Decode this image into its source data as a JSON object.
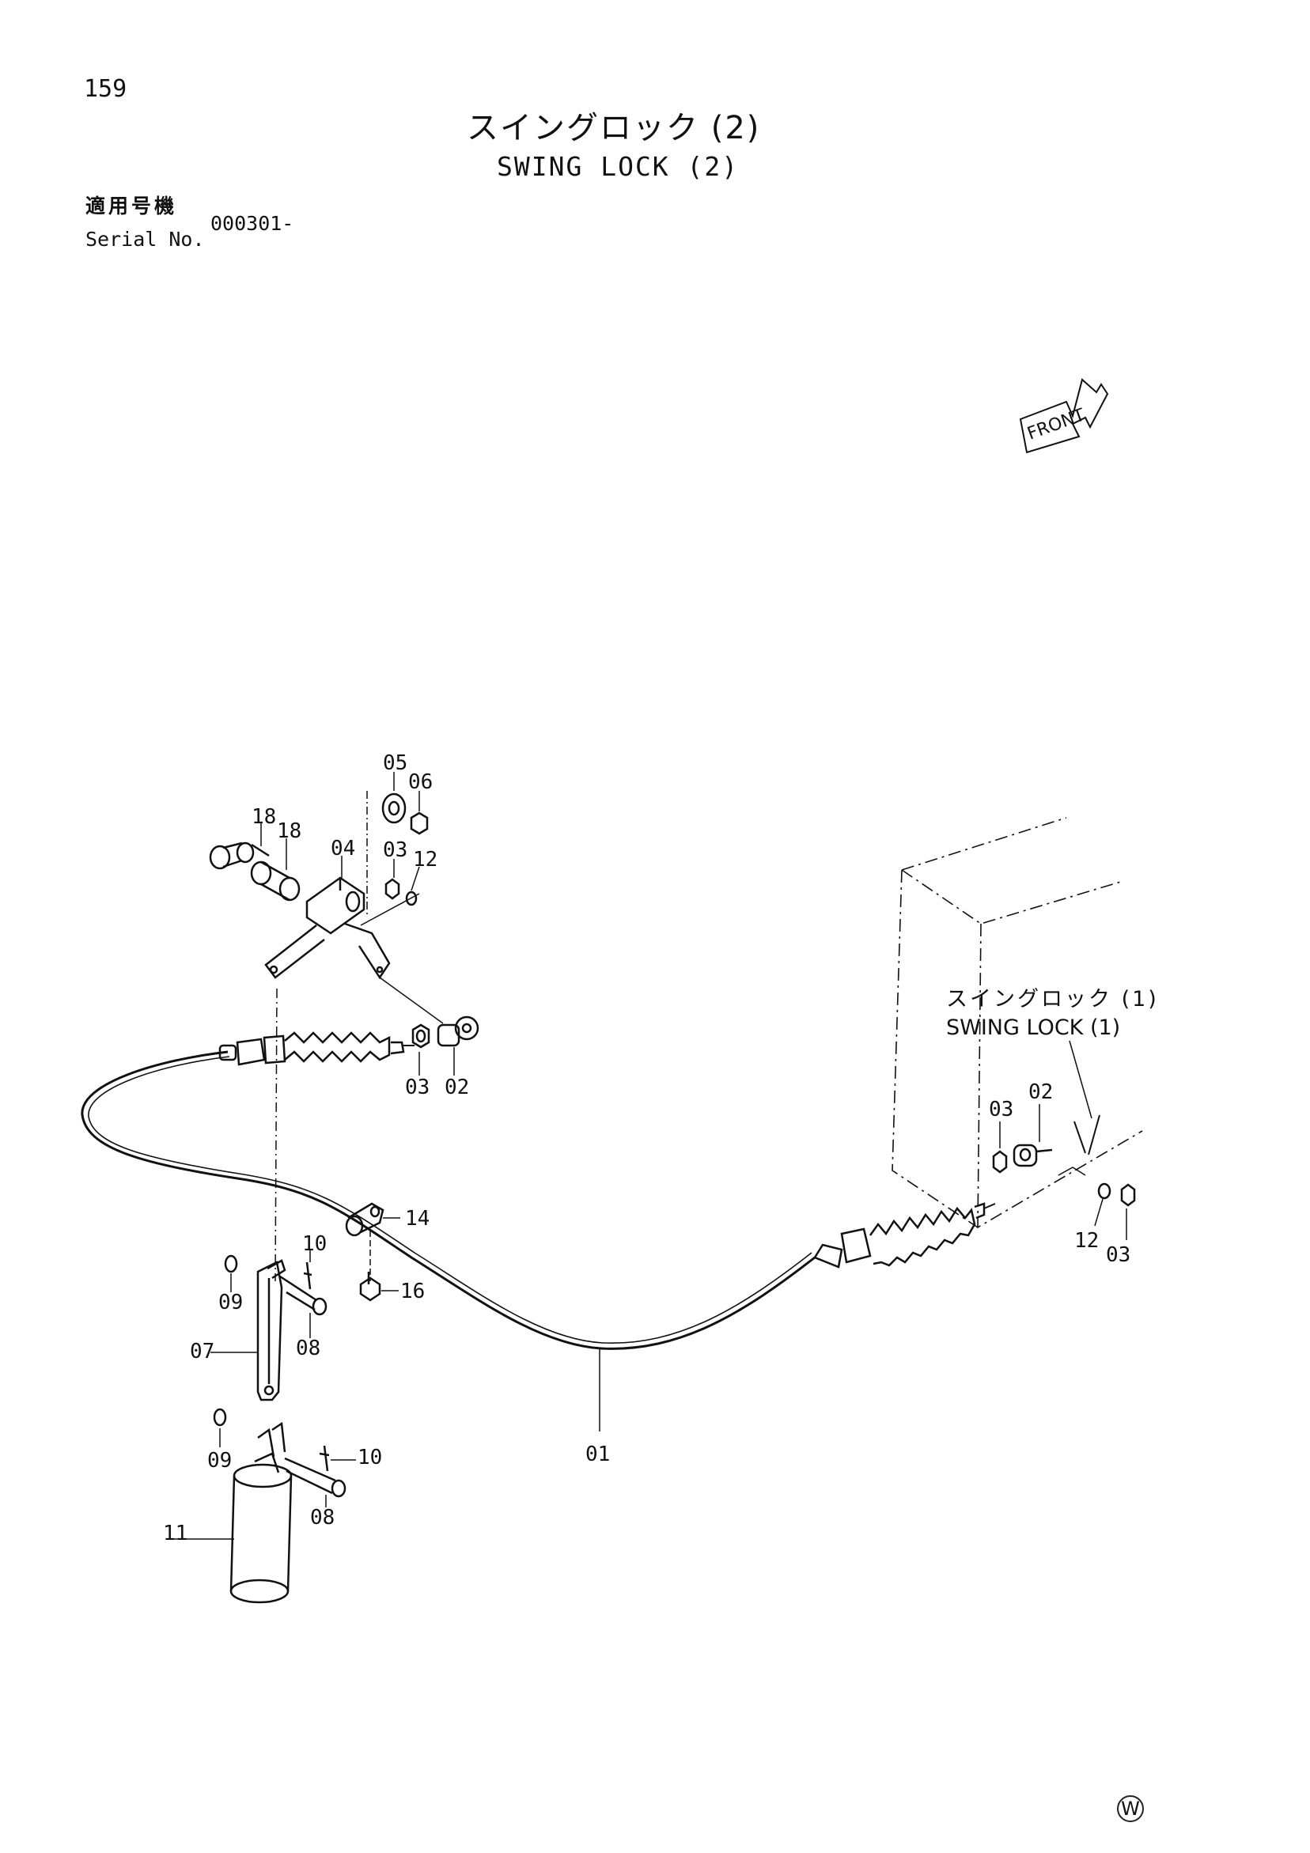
{
  "header": {
    "page_number": "159",
    "title_jp": "スイングロック (2)",
    "title_en": "SWING LOCK (2)",
    "serial_label_jp": "適用号機",
    "serial_label_en": "Serial No.",
    "serial_value": "000301-"
  },
  "front_indicator": {
    "label": "FRONT",
    "icon": "front-arrow-icon"
  },
  "reference": {
    "label_jp": "スイングロック (1)",
    "label_en": "SWING LOCK (1)"
  },
  "callouts": {
    "c05": "05",
    "c06": "06",
    "c18a": "18",
    "c18b": "18",
    "c04": "04",
    "c03a": "03",
    "c12a": "12",
    "c03b": "03",
    "c02a": "02",
    "c03c": "03",
    "c02b": "02",
    "c12b": "12",
    "c03d": "03",
    "c14": "14",
    "c16": "16",
    "c10a": "10",
    "c09a": "09",
    "c08a": "08",
    "c07": "07",
    "c09b": "09",
    "c10b": "10",
    "c08b": "08",
    "c11": "11",
    "c01": "01"
  },
  "footer": {
    "watermark": "W"
  }
}
